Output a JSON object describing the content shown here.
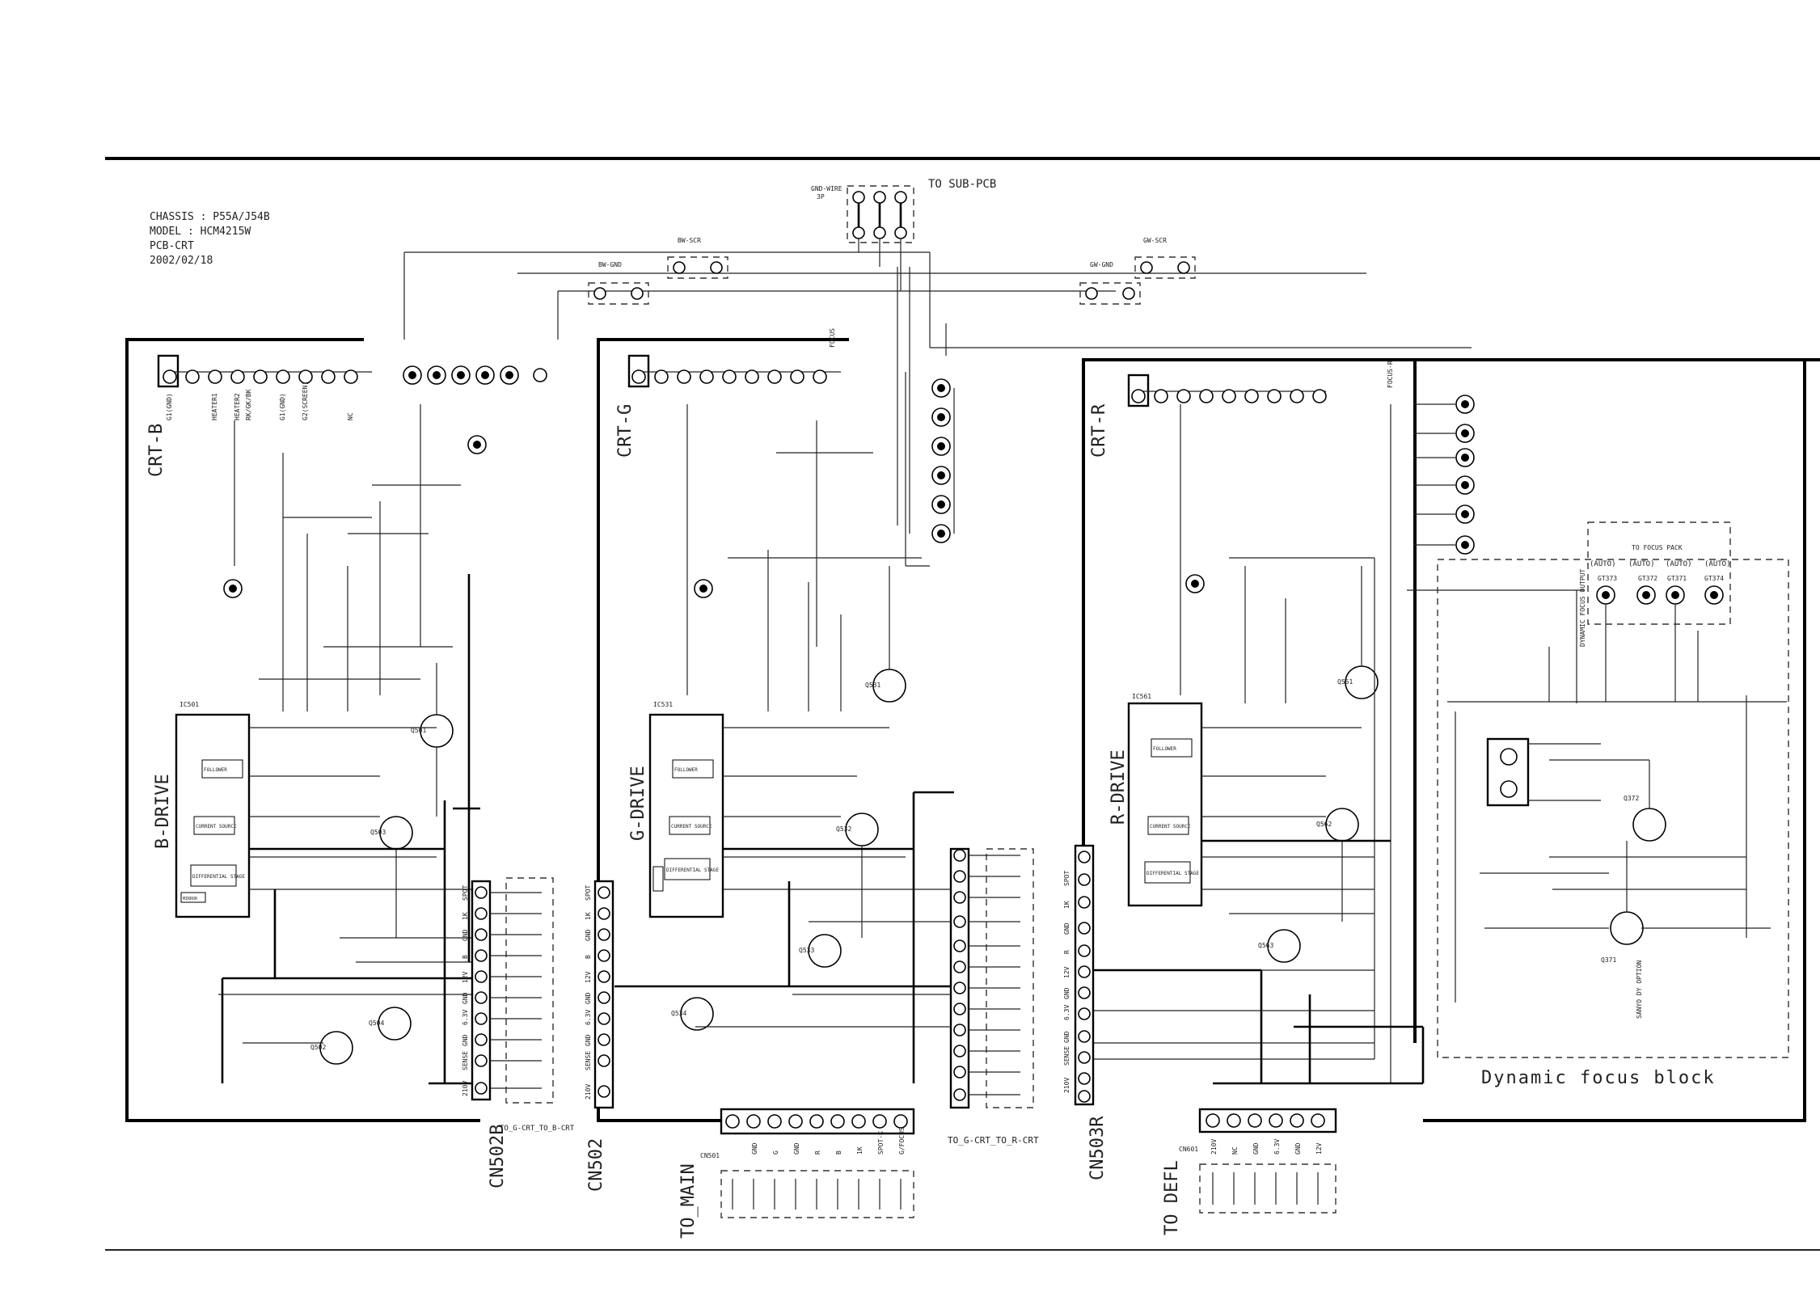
{
  "info": {
    "chassis": "CHASSIS : P55A/J54B",
    "model": "MODEL : HCM4215W",
    "board": "PCB-CRT",
    "date": "2002/02/18"
  },
  "labels": {
    "to_sub_pcb": "TO SUB-PCB",
    "gnd_wire": "GND-WIRE",
    "gnd_wire_pins": "3P",
    "dynamic_focus_block": "Dynamic focus block",
    "crt_b": "CRT-B",
    "crt_g": "CRT-G",
    "crt_r": "CRT-R",
    "b_drive": "B-DRIVE",
    "g_drive": "G-DRIVE",
    "r_drive": "R-DRIVE",
    "cn502b": "CN502B",
    "cn502": "CN502",
    "cn503r": "CN503R",
    "to_g_crt_to_b_crt": "TO_G-CRT_TO_B-CRT",
    "to_g_crt_to_r_crt": "TO_G-CRT_TO_R-CRT",
    "to_main": "TO_MAIN",
    "to_defl": "TO DEFL",
    "cn501": "CN501",
    "cn601": "CN601",
    "bw_scr": "BW-SCR",
    "bw_gnd": "BW-GND",
    "gw_scr": "GW-SCR",
    "gw_gnd": "GW-GND",
    "focus": "FOCUS",
    "focus_r": "FOCUS-R",
    "to_focus_pack": "TO FOCUS PACK",
    "dynamic_focus_output": "DYNAMIC FOCUS OUTPUT",
    "sanyo_dy_option": "SANYO DY OPTION",
    "auto_1": "(AUTO)",
    "auto_2": "(AUTO)",
    "auto_3": "(AUTO)",
    "auto_4": "(AUTO)",
    "gt373": "GT373",
    "gt372": "GT372",
    "gt371": "GT371",
    "gt374": "GT374",
    "ic501": "IC501",
    "ic531": "IC531",
    "ic561": "IC561",
    "q501": "Q501",
    "q502": "Q502",
    "q503": "Q503",
    "q504": "Q504",
    "q531": "Q531",
    "q532": "Q532",
    "q533": "Q533",
    "q534": "Q534",
    "q561": "Q561",
    "q562": "Q562",
    "q563": "Q563",
    "q372": "Q372",
    "q371": "Q371",
    "differential_stage": "DIFFERENTIAL STAGE",
    "current_source": "CURRENT SOURCE",
    "follower": "FOLLOWER",
    "mirror": "MIRROR"
  },
  "connector_pins": {
    "cn502b": [
      "SPOT",
      "1K",
      "GND",
      "B",
      "12V",
      "GND",
      "6.3V",
      "GND",
      "SENSE",
      "210V"
    ],
    "cn502": [
      "SPOT",
      "1K",
      "GND",
      "B",
      "12V",
      "GND",
      "6.3V",
      "GND",
      "SENSE",
      "210V"
    ],
    "cn503r": [
      "SPOT",
      "1K",
      "GND",
      "R",
      "12V",
      "GND",
      "6.3V",
      "GND",
      "SENSE",
      "210V"
    ],
    "cn501": [
      "GND",
      "G",
      "GND",
      "R",
      "B",
      "1K",
      "SPOT-K",
      "G/FOCUS"
    ],
    "cn601": [
      "210V",
      "NC",
      "GND",
      "6.3V",
      "GND",
      "12V"
    ]
  },
  "socket_pins": [
    "G1(GND)",
    "HEATER1",
    "HEATER2",
    "RK/GK/BK",
    "G1(GND)",
    "G2(SCREEN)",
    "NC"
  ]
}
